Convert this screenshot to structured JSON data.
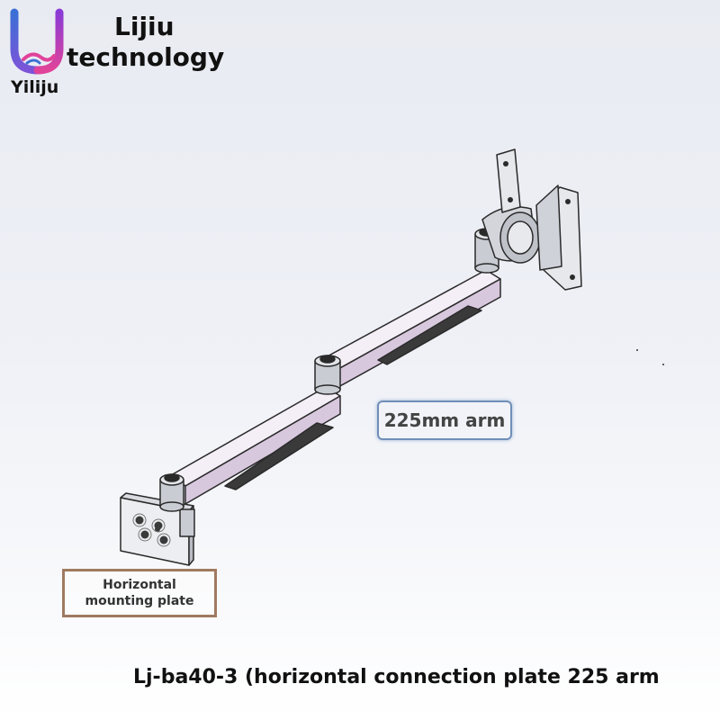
{
  "brand": {
    "line1": "Lijiu",
    "line2": "technology",
    "subtitle": "Yiliju",
    "logo_icon": "u-handshake-logo-icon",
    "colors": {
      "left": "#3b6fd6",
      "right": "#d63b8a"
    }
  },
  "labels": {
    "arm": "225mm arm",
    "plate_line1": "Horizontal",
    "plate_line2": "mounting plate"
  },
  "caption": "Lj-ba40-3 (horizontal connection plate 225 arm",
  "colors": {
    "arm_body": "#f4eef6",
    "arm_shade": "#c7b6cf",
    "metal": "#c9ccd3",
    "outline": "#2a2a2a"
  }
}
